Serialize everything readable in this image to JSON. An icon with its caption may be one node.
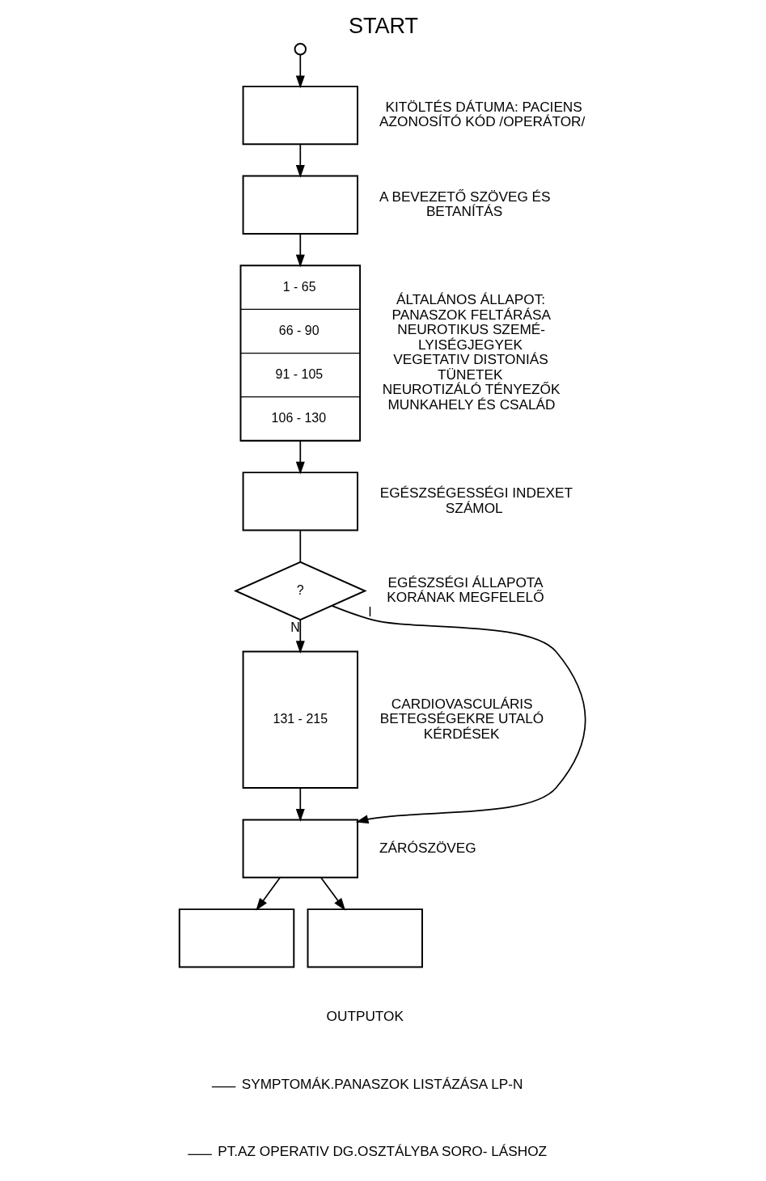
{
  "diagram": {
    "title": "START",
    "nodes": [
      {
        "text": [],
        "shape": "circle"
      },
      {
        "text": [],
        "shape": "box",
        "beside": [
          "KITÖLTÉS DÁTUMA: PACIENS AZONOSÍTÓ KÓD /OPERÁTOR/"
        ]
      },
      {
        "text": [],
        "shape": "box",
        "beside": [
          "A BEVEZETŐ SZÖVEG ÉS BETANÍTÁS"
        ]
      },
      {
        "text": [
          "1 - 65",
          "66 - 90",
          "91 - 105",
          "106 - 130"
        ],
        "beside": [
          "ÁLTALÁNOS ÁLLAPOT: PANASZOK FELTÁRÁSA",
          "NEUROTIKUS SZEMÉ- LYISÉGJEGYEK",
          "VEGETATIV DISTONIÁS TÜNETEK",
          "NEUROTIZÁLÓ TÉNYEZŐK MUNKAHELY ÉS CSALÁD"
        ]
      },
      {
        "text": [],
        "shape": "box",
        "beside": [
          "EGÉSZSÉGESSÉGI INDEXET SZÁMOL"
        ]
      },
      {
        "text": [
          "?"
        ],
        "beside": [
          "EGÉSZSÉGI ÁLLAPOTA KORÁNAK MEGFELELŐ"
        ]
      },
      {
        "text": [
          "131 - 215"
        ],
        "beside": [
          "CARDIOVASCULÁRIS BETEGSÉGEKRE UTALÓ KÉRDÉSEK"
        ]
      },
      {
        "text": [],
        "shape": "box",
        "beside": [
          "ZÁRÓSZÖVEG"
        ]
      },
      {
        "text": [],
        "shape": "box"
      },
      {
        "text": [],
        "shape": "box"
      }
    ],
    "edges": [
      {
        "from": 0,
        "to": 1,
        "arrow": "to"
      },
      {
        "from": 1,
        "to": 2,
        "arrow": "to"
      },
      {
        "from": 2,
        "to": 3,
        "arrow": "to"
      },
      {
        "from": 3,
        "to": 4,
        "arrow": "to"
      },
      {
        "from": 4,
        "to": 5,
        "arrow": "none"
      },
      {
        "from": 5,
        "to": 6,
        "arrow": "to",
        "label": "N"
      },
      {
        "from": 5,
        "to": 7,
        "arrow": "to",
        "label": "I"
      },
      {
        "from": 6,
        "to": 7,
        "arrow": "to"
      },
      {
        "from": 7,
        "to": 8,
        "arrow": "to"
      },
      {
        "from": 7,
        "to": 9,
        "arrow": "to"
      }
    ],
    "labels": [
      "OUTPUTOK"
    ],
    "legend": [
      {
        "text": "SYMPTOMÁK.PANASZOK LISTÁZÁSA LP-N"
      },
      {
        "text": "PT.AZ OPERATIV DG.OSZTÁLYBA SORO- LÁSHOZ"
      }
    ]
  }
}
